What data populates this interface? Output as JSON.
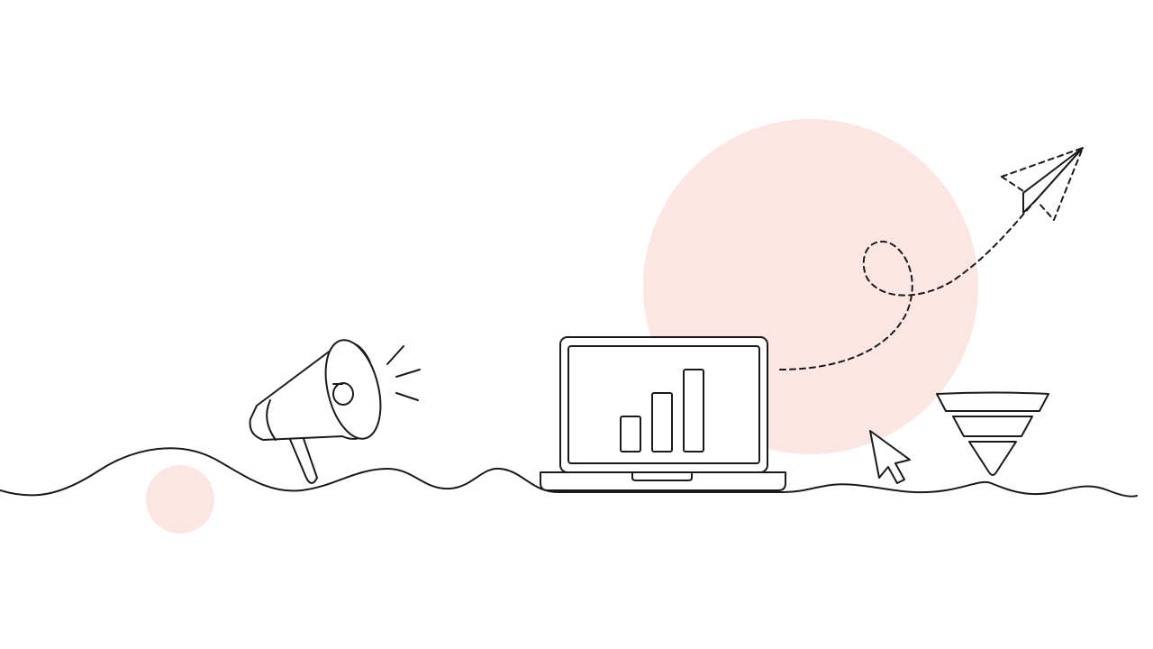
{
  "scene": {
    "icons": [
      "megaphone-icon",
      "laptop-bar-chart-icon",
      "paper-plane-icon",
      "cursor-icon",
      "funnel-icon"
    ]
  },
  "colors": {
    "background": "#ffffff",
    "line": "#1a1a1a",
    "accent_circle": "#fce6e3"
  },
  "chart_data": {
    "type": "bar",
    "values": [
      3,
      5,
      7
    ]
  }
}
